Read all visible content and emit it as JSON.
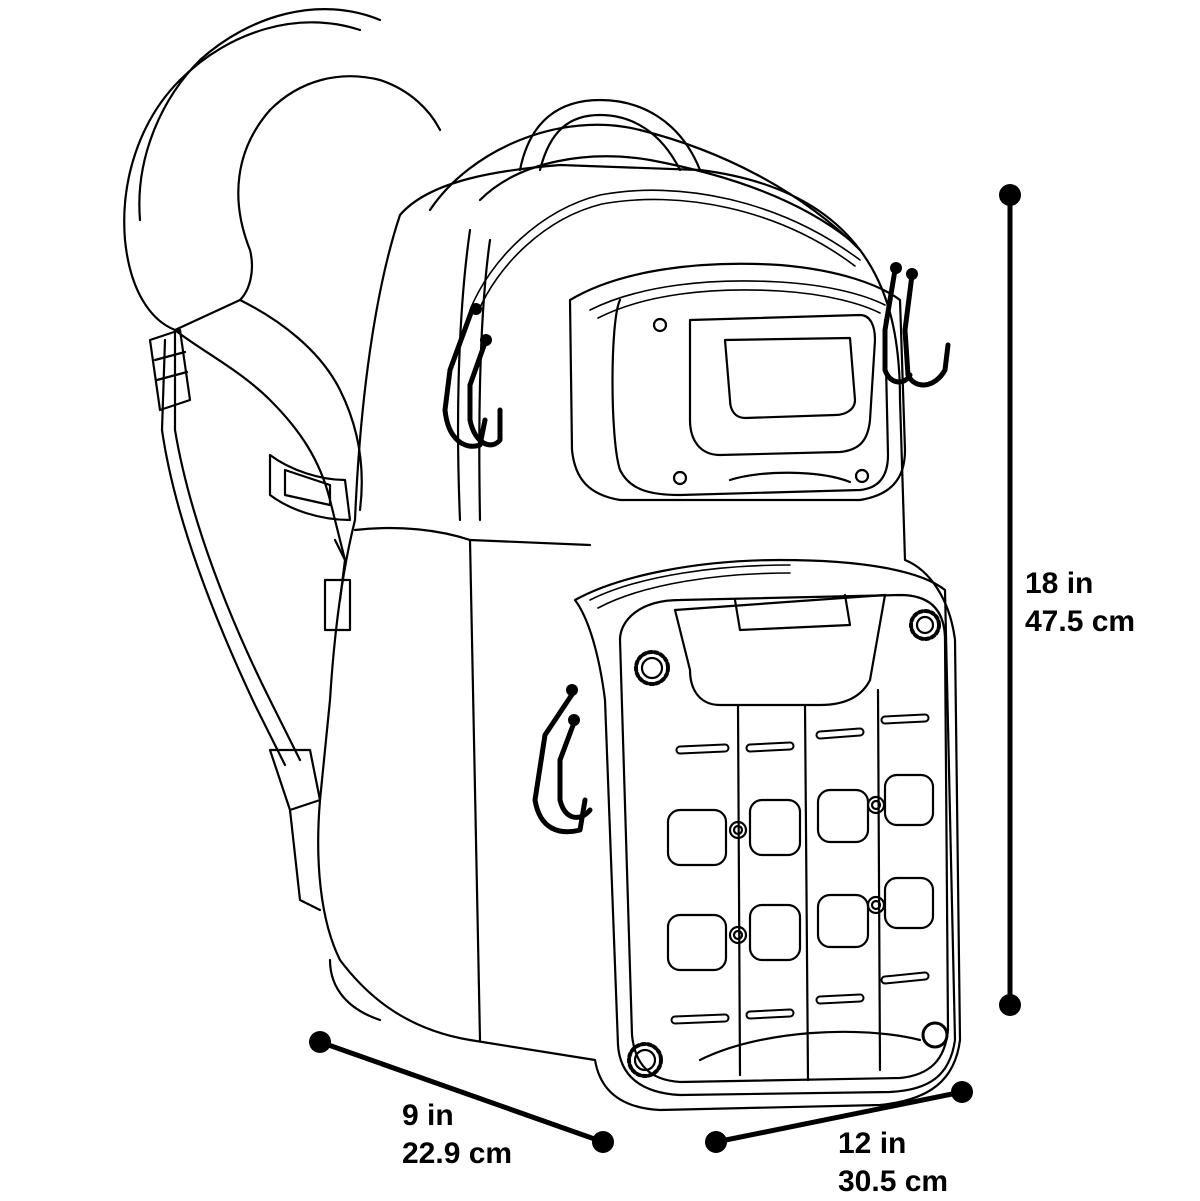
{
  "colors": {
    "line": "#000000",
    "background": "#ffffff"
  },
  "dimensions": {
    "height": {
      "imperial": "18 in",
      "metric": "47.5 cm"
    },
    "depth": {
      "imperial": "9 in",
      "metric": "22.9 cm"
    },
    "width": {
      "imperial": "12 in",
      "metric": "30.5 cm"
    }
  }
}
